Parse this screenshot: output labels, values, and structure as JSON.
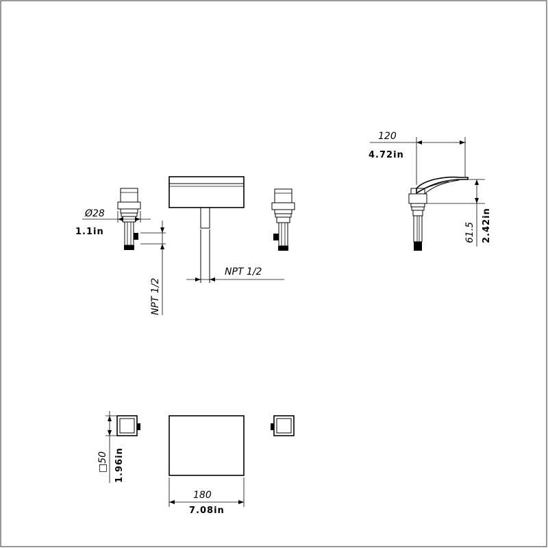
{
  "dimensions": {
    "handle_diameter_mm": "Ø28",
    "handle_diameter_in": "1.1in",
    "thread_vertical": "NPT 1/2",
    "thread_horizontal": "NPT 1/2",
    "spout_reach_mm": "120",
    "spout_reach_in": "4.72in",
    "spout_height_mm": "61.5",
    "spout_height_in": "2.42in",
    "handle_square_mm": "□50",
    "handle_square_in": "1.96in",
    "spout_width_mm": "180",
    "spout_width_in": "7.08in"
  }
}
